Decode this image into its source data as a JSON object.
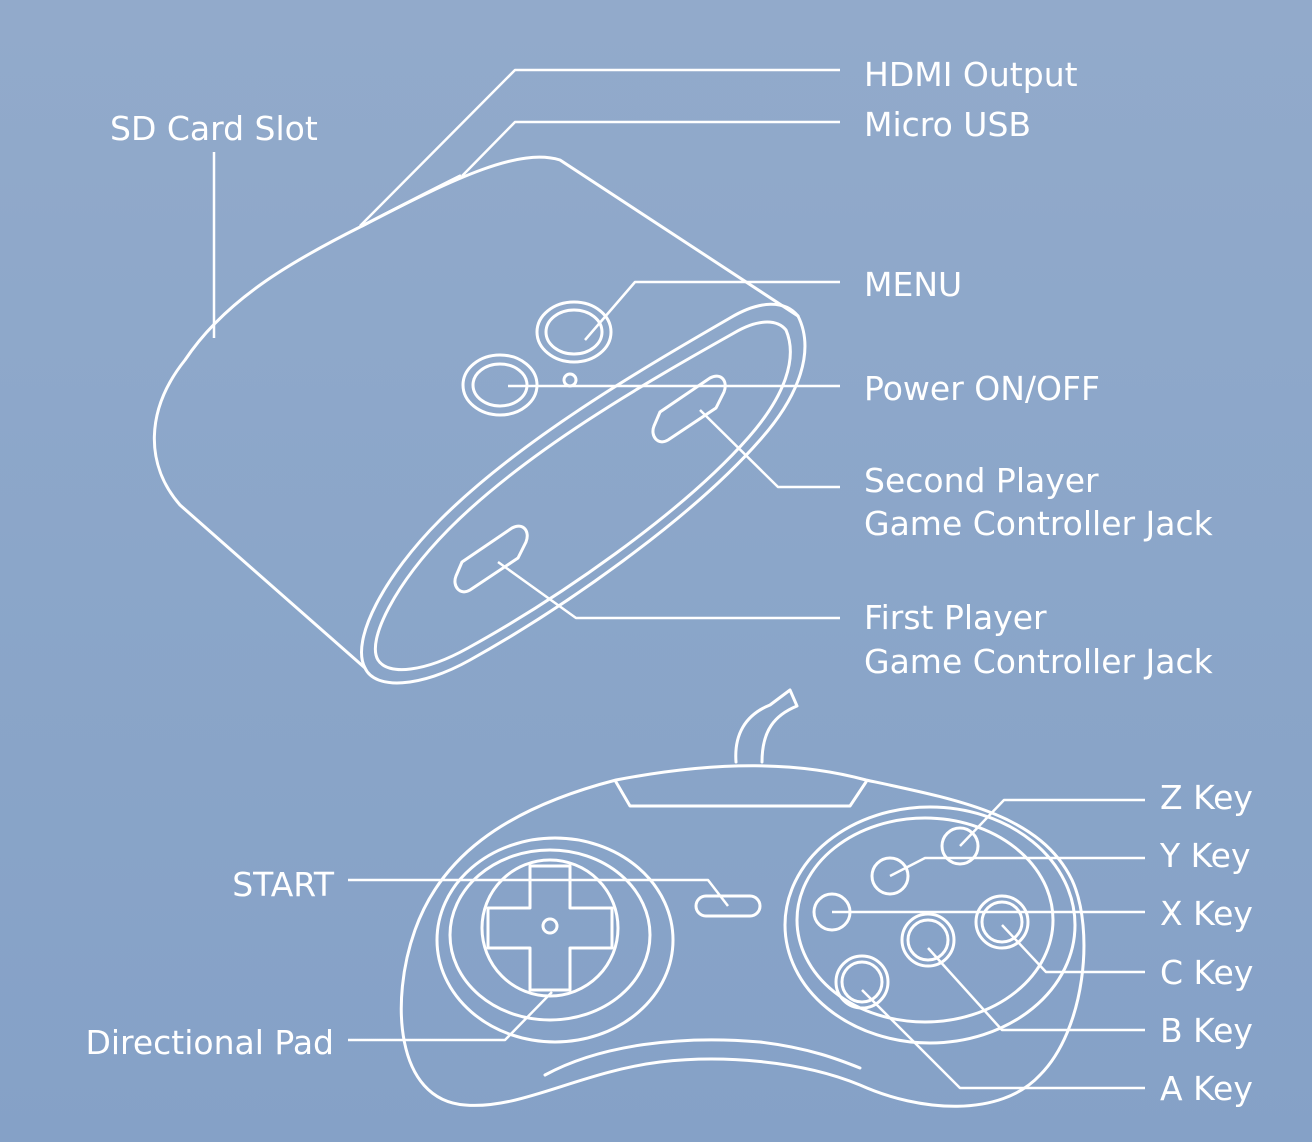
{
  "console": {
    "labels": {
      "hdmi_output": "HDMI Output",
      "micro_usb": "Micro USB",
      "sd_card_slot": "SD Card Slot",
      "menu": "MENU",
      "power": "Power ON/OFF",
      "second_player_line1": "Second Player",
      "second_player_line2": "Game Controller Jack",
      "first_player_line1": "First Player",
      "first_player_line2": "Game Controller Jack"
    }
  },
  "controller": {
    "labels": {
      "start": "START",
      "directional_pad": "Directional Pad",
      "z_key": "Z Key",
      "y_key": "Y Key",
      "x_key": "X Key",
      "c_key": "C Key",
      "b_key": "B Key",
      "a_key": "A Key"
    }
  },
  "colors": {
    "background": "#8ba6c9",
    "line_art": "#ffffff"
  }
}
